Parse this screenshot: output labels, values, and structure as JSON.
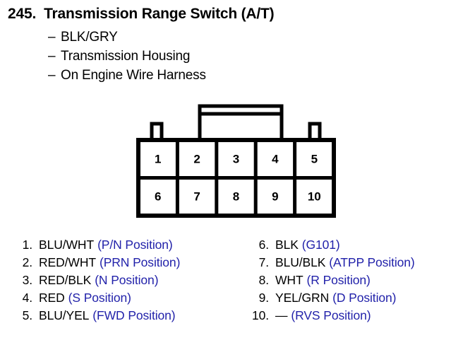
{
  "header": {
    "number": "245.",
    "title": "Transmission Range Switch (A/T)",
    "dash": "–",
    "sub_lines": [
      "BLK/GRY",
      "Transmission Housing",
      "On Engine Wire Harness"
    ]
  },
  "connector": {
    "name": "10-pin connector",
    "rows": [
      [
        "1",
        "2",
        "3",
        "4",
        "5"
      ],
      [
        "6",
        "7",
        "8",
        "9",
        "10"
      ]
    ],
    "outline_color": "#000000",
    "fill_color": "#ffffff"
  },
  "legend": {
    "position_color": "#2222aa",
    "wire_color": "#000000",
    "left": [
      {
        "num": "1.",
        "wire": "BLU/WHT",
        "pos": "(P/N Position)"
      },
      {
        "num": "2.",
        "wire": "RED/WHT",
        "pos": "(PRN Position)"
      },
      {
        "num": "3.",
        "wire": "RED/BLK",
        "pos": "(N Position)"
      },
      {
        "num": "4.",
        "wire": "RED",
        "pos": "(S Position)"
      },
      {
        "num": "5.",
        "wire": "BLU/YEL",
        "pos": "(FWD Position)"
      }
    ],
    "right": [
      {
        "num": "6.",
        "wire": "BLK",
        "pos": "(G101)"
      },
      {
        "num": "7.",
        "wire": "BLU/BLK",
        "pos": "(ATPP Position)"
      },
      {
        "num": "8.",
        "wire": "WHT",
        "pos": "(R Position)"
      },
      {
        "num": "9.",
        "wire": "YEL/GRN",
        "pos": "(D Position)"
      },
      {
        "num": "10.",
        "wire": "—",
        "pos": "(RVS Position)"
      }
    ]
  }
}
